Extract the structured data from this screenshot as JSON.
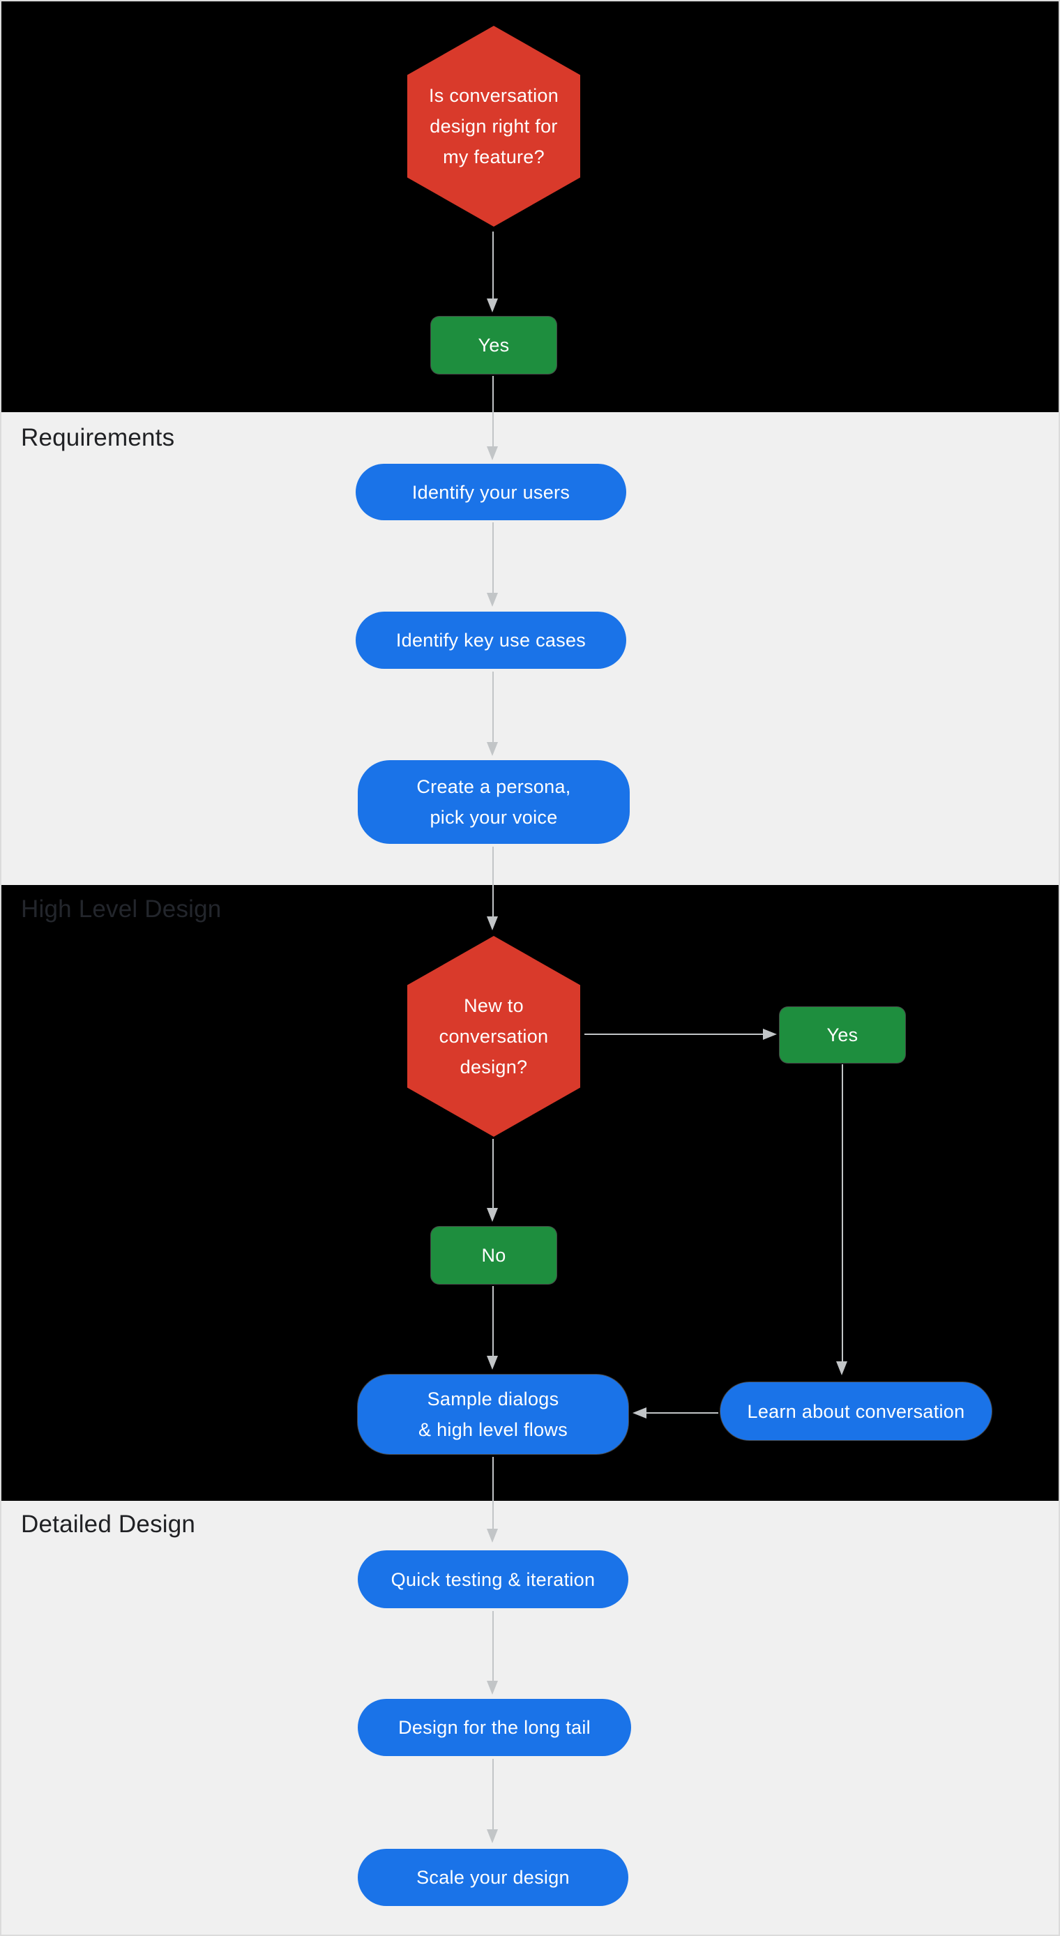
{
  "sections": {
    "requirements": {
      "label": "Requirements"
    },
    "high_level_design": {
      "label": "High Level Design"
    },
    "detailed_design": {
      "label": "Detailed Design"
    }
  },
  "nodes": {
    "q_right_for_feature": {
      "line1": "Is conversation",
      "line2": "design right for",
      "line3": "my feature?"
    },
    "yes_top": {
      "label": "Yes"
    },
    "identify_users": {
      "label": "Identify your users"
    },
    "identify_use_cases": {
      "label": "Identify key use cases"
    },
    "create_persona": {
      "line1": "Create a persona,",
      "line2": "pick your voice"
    },
    "q_new_to_cd": {
      "line1": "New to",
      "line2": "conversation",
      "line3": "design?"
    },
    "yes_branch": {
      "label": "Yes"
    },
    "no_branch": {
      "label": "No"
    },
    "sample_dialogs": {
      "line1": "Sample dialogs",
      "line2": "& high level flows"
    },
    "learn_conversation": {
      "label": "Learn about conversation"
    },
    "quick_testing": {
      "label": "Quick testing & iteration"
    },
    "design_long_tail": {
      "label": "Design for the long tail"
    },
    "scale_design": {
      "label": "Scale your design"
    }
  },
  "colors": {
    "decision_hexagon": "#D93A2B",
    "yes_no_button": "#1E8E3E",
    "process_pill": "#1A73E8",
    "section_dark_bg": "#000000",
    "section_light_bg": "#F0F0F0",
    "arrow": "#C2C5C7",
    "section_label_on_light": "#202124",
    "section_label_on_dark": "#23262C",
    "node_text": "#FFFFFF",
    "canvas_border": "#DBDBDB"
  }
}
